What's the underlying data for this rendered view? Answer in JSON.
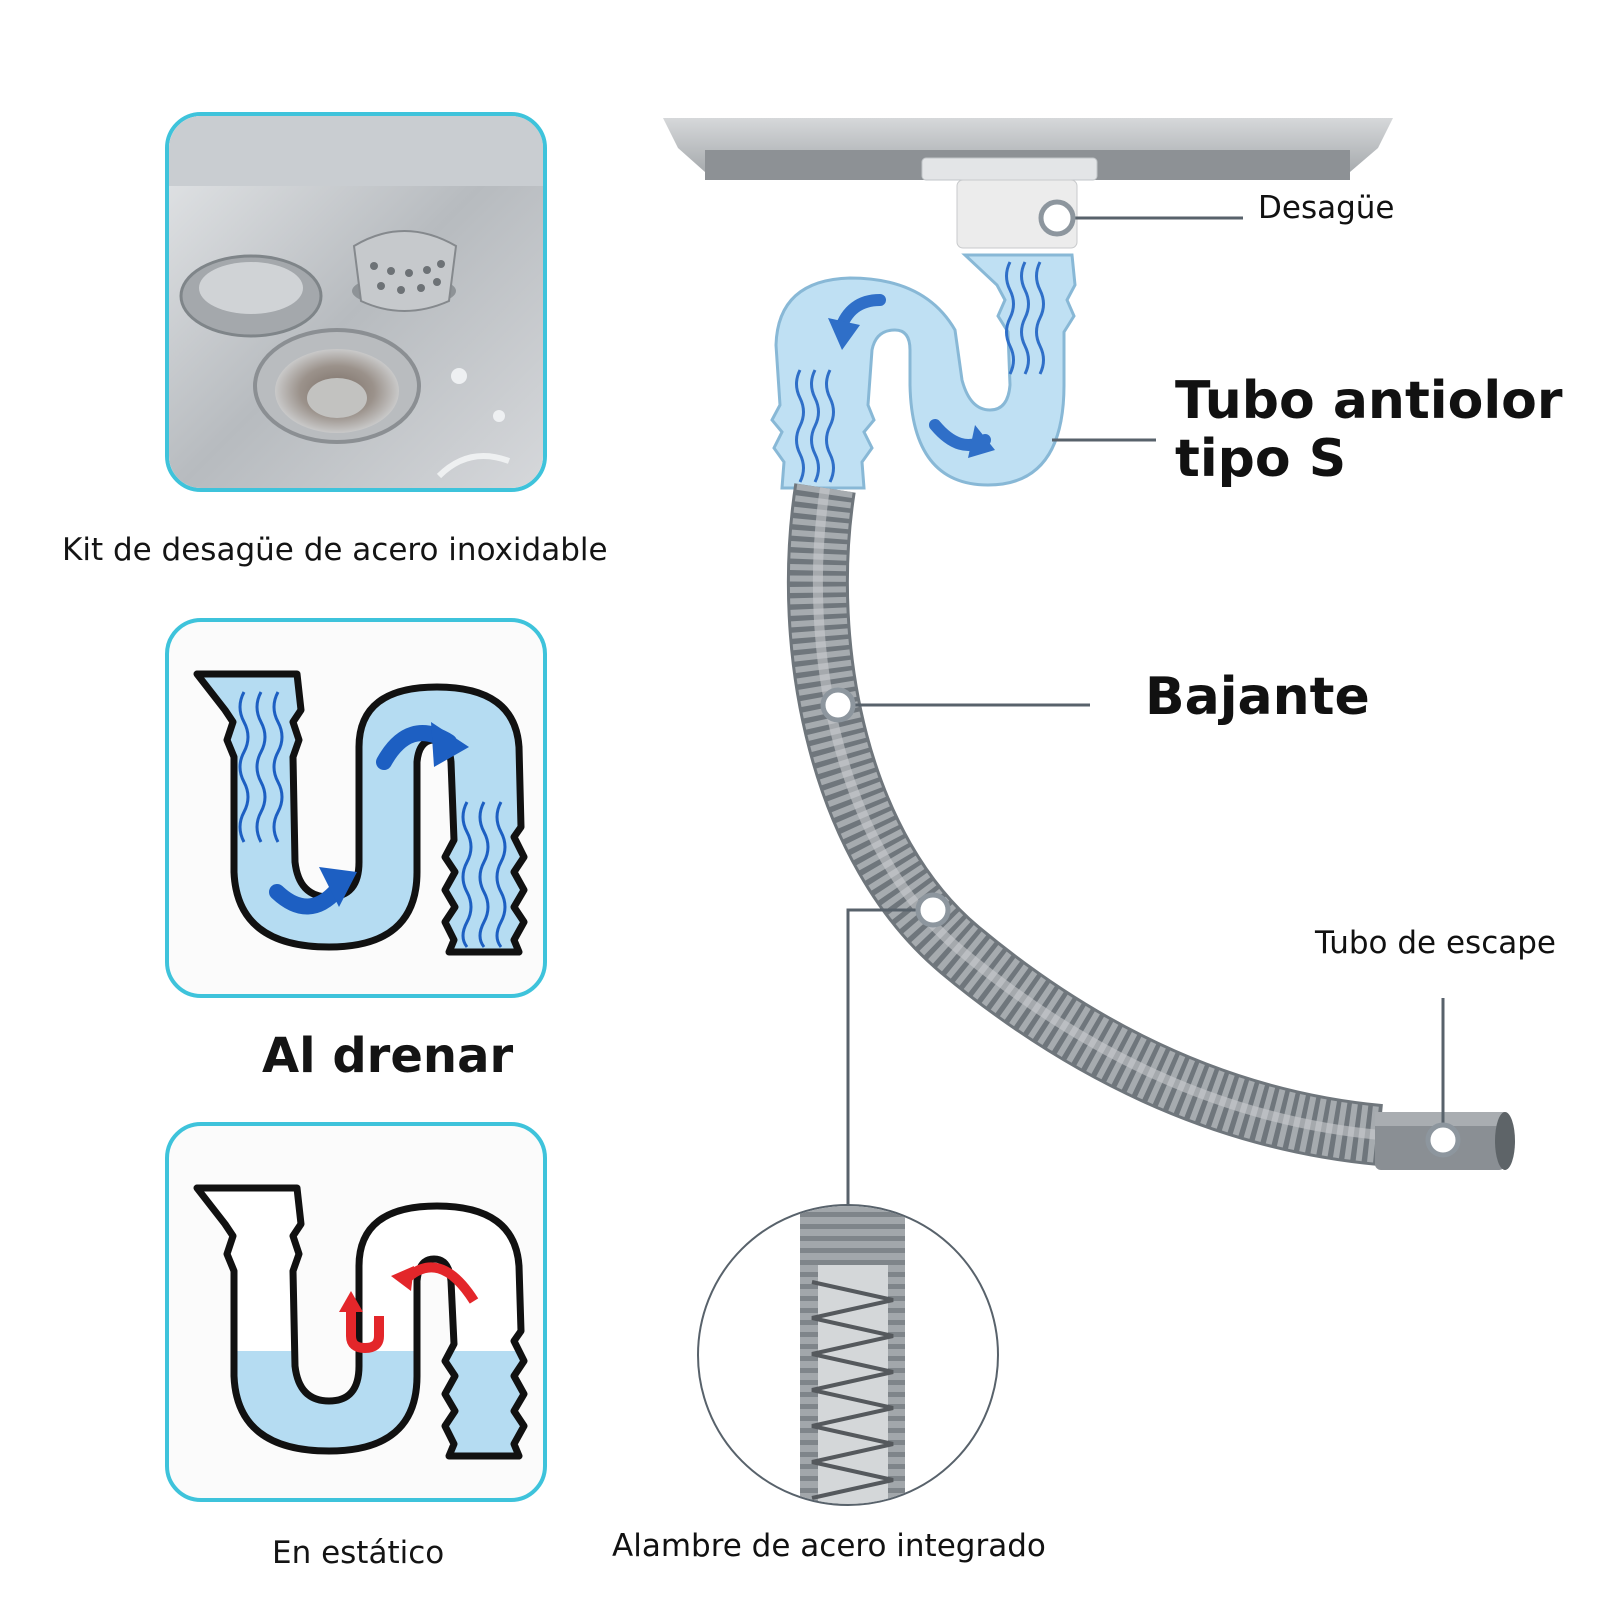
{
  "panels": {
    "kit_caption": "Kit de desagüe de acero inoxidable",
    "draining_caption": "Al drenar",
    "static_caption": "En estático"
  },
  "labels": {
    "drain": "Desagüe",
    "s_trap_line1": "Tubo antiolor",
    "s_trap_line2": "tipo S",
    "downpipe": "Bajante",
    "exhaust": "Tubo de escape",
    "steel_wire": "Alambre de acero integrado"
  },
  "colors": {
    "panel_border": "#3ec3db",
    "water": "#b5dcf2",
    "arrow_blue": "#1d5fc2",
    "arrow_red": "#e3262a",
    "hose": "#9ea3a8",
    "leader_line": "#58626b"
  }
}
